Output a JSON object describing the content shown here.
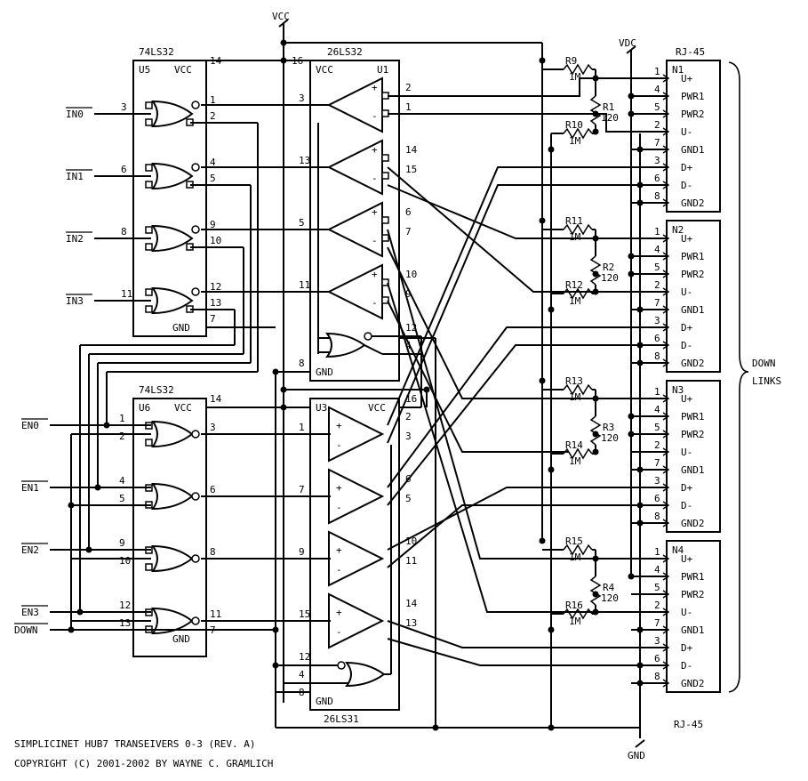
{
  "title_line": "SIMPLICINET HUB7 TRANSEIVERS 0-3 (REV. A)",
  "copyright_line": "COPYRIGHT (C) 2001-2002 BY WAYNE C. GRAMLICH",
  "power": {
    "vcc": "VCC",
    "vdc": "VDC",
    "gnd": "GND"
  },
  "chips": {
    "u5": {
      "part": "74LS32",
      "ref": "U5",
      "vcc": "VCC",
      "gnd": "GND",
      "vcc_pin": "14",
      "gnd_pin": "7"
    },
    "u6": {
      "part": "74LS32",
      "ref": "U6",
      "vcc": "VCC",
      "gnd": "GND",
      "vcc_pin": "14",
      "gnd_pin": "7"
    },
    "u1": {
      "part": "26LS32",
      "ref": "U1",
      "vcc": "VCC",
      "gnd": "GND",
      "vcc_pin": "16",
      "gnd_pin": "8"
    },
    "u3": {
      "part": "26LS31",
      "ref": "U3",
      "vcc": "VCC",
      "gnd": "GND",
      "vcc_pin": "16",
      "gnd_pin": "8"
    }
  },
  "inputs": {
    "in0": "IN0",
    "in1": "IN1",
    "in2": "IN2",
    "in3": "IN3",
    "en0": "EN0",
    "en1": "EN1",
    "en2": "EN2",
    "en3": "EN3",
    "down": "DOWN"
  },
  "u5_pins": {
    "in": [
      [
        "3",
        "2"
      ],
      [
        "6",
        "5"
      ],
      [
        "8",
        "10"
      ],
      [
        "11",
        "13"
      ]
    ],
    "a": [
      "1",
      "4",
      "9",
      "12"
    ]
  },
  "u6_pins": {
    "a": [
      "1",
      "4",
      "9",
      "12"
    ],
    "b": [
      "2",
      "5",
      "10",
      "13"
    ],
    "out": [
      "3",
      "6",
      "8",
      "11"
    ]
  },
  "u1_pins": {
    "in": [
      "3",
      "13",
      "5",
      "11"
    ],
    "plus": [
      "2",
      "14",
      "6",
      "10"
    ],
    "minus": [
      "1",
      "15",
      "7",
      "9"
    ],
    "or_in": "12",
    "or_out": "4"
  },
  "u3_pins": {
    "in": [
      "1",
      "7",
      "9",
      "15"
    ],
    "plus": [
      "2",
      "6",
      "10",
      "14"
    ],
    "minus": [
      "3",
      "5",
      "11",
      "13"
    ],
    "or_a": "12",
    "or_b": "4"
  },
  "resistors": {
    "pull": [
      {
        "ref": "R9",
        "value": "1M"
      },
      {
        "ref": "R10",
        "value": "1M"
      },
      {
        "ref": "R11",
        "value": "1M"
      },
      {
        "ref": "R12",
        "value": "1M"
      },
      {
        "ref": "R13",
        "value": "1M"
      },
      {
        "ref": "R14",
        "value": "1M"
      },
      {
        "ref": "R15",
        "value": "1M"
      },
      {
        "ref": "R16",
        "value": "1M"
      }
    ],
    "term": [
      {
        "ref": "R1",
        "value": "120"
      },
      {
        "ref": "R2",
        "value": "120"
      },
      {
        "ref": "R3",
        "value": "120"
      },
      {
        "ref": "R4",
        "value": "120"
      }
    ]
  },
  "connector": {
    "type": "RJ-45",
    "refs": [
      "N1",
      "N2",
      "N3",
      "N4"
    ],
    "pins": [
      "1",
      "4",
      "5",
      "2",
      "7",
      "3",
      "6",
      "8"
    ],
    "signals": [
      "U+",
      "PWR1",
      "PWR2",
      "U-",
      "GND1",
      "D+",
      "D-",
      "GND2"
    ]
  },
  "down_links": [
    "DOWN",
    "LINKS"
  ]
}
